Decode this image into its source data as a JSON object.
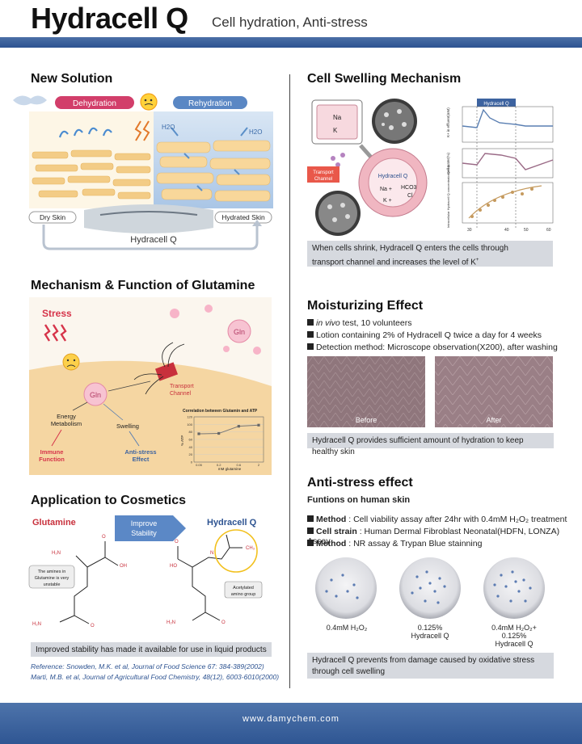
{
  "header": {
    "brand": "Hydracell Q",
    "tagline": "Cell hydration,  Anti-stress"
  },
  "new_solution": {
    "title": "New Solution",
    "dehydration": "Dehydration",
    "rehydration": "Rehydration",
    "h2o": "H2O",
    "dry_skin": "Dry Skin",
    "hydrated_skin": "Hydrated Skin",
    "product": "Hydracell Q"
  },
  "cell_swelling": {
    "title": "Cell Swelling Mechanism",
    "na": "Na",
    "k": "K",
    "transport_channel": "Transport Channel",
    "product": "Hydracell Q",
    "hco3": "HCO3",
    "cl": "Cl",
    "chart_label": "Hydracell Q",
    "y1": "K+ in effluent(mM)",
    "y2": "Cell water(%)",
    "y3": "Intracellular Hydracell Q concentration(mM)",
    "caption_line1": "When cells shrink, Hydracell Q enters the cells through",
    "caption_line2": "transport channel and increases the level of K"
  },
  "glutamine": {
    "title": "Mechanism & Function of Glutamine",
    "stress": "Stress",
    "gln": "Gln",
    "transport": "Transport",
    "channel": "Channel",
    "energy": "Energy",
    "metabolism": "Metabolism",
    "swelling": "Swelling",
    "immune": "Immune",
    "function": "Function",
    "antistress": "Anti-stress",
    "effect": "Effect",
    "chart_title": "Correlation between Glutamin and ATP",
    "chart_ylabel": "% ATP",
    "chart_xlabel": "mM glutamine"
  },
  "cosmetics": {
    "title": "Application to Cosmetics",
    "glutamine": "Glutamine",
    "improve1": "Improve",
    "improve2": "Stability",
    "product": "Hydracell Q",
    "amines_note1": "The amines in",
    "amines_note2": "Glutamine is very",
    "amines_note3": "unstable",
    "acetyl1": "Acetylated",
    "acetyl2": "amino group",
    "caption": "Improved stability has made it available for use in liquid products",
    "ref1": "Reference: Snowden, M.K. et al, Journal of Food Science 67: 384-389(2002)",
    "ref2": "Marti, M.B. et al, Journal of Agricultural Food Chemistry, 48(12), 6003-6010(2000)"
  },
  "moisturizing": {
    "title": "Moisturizing Effect",
    "b1_italic": "in vivo",
    "b1_rest": " test, 10 volunteers",
    "b2": "Lotion containing 2% of Hydracell Q twice a day for 4 weeks",
    "b3": "Detection method: Microscope observation(X200), after washing",
    "before": "Before",
    "after": "After",
    "caption": "Hydracell Q provides sufficient amount of hydration to keep healthy skin"
  },
  "antistress": {
    "title": "Anti-stress effect",
    "subtitle": "Funtions on human skin",
    "m1_label": "Method",
    "m1_text": " : Cell viability assay after 24hr with 0.4mM H₂O₂  treatment",
    "m2_label": "Cell strain",
    "m2_text": " : Human Dermal Fibroblast Neonatal(HDFN, LONZA) Assay",
    "m3_label": "Method",
    "m3_text": " : NR assay & Trypan Blue stainning",
    "dish1": "0.4mM H₂O₂",
    "dish2a": "0.125%",
    "dish2b": "Hydracell Q",
    "dish3a": "0.4mM H₂O₂+",
    "dish3b": "0.125%",
    "dish3c": "Hydracell Q",
    "caption_line1": "Hydracell Q prevents from damage caused by oxidative stress",
    "caption_line2": "through cell swelling"
  },
  "footer": {
    "url": "www.damychem.com"
  },
  "chart_data": {
    "type": "line",
    "title": "Correlation between Glutamin and ATP",
    "xlabel": "mM glutamine",
    "ylabel": "% ATP",
    "categories": [
      "0.05",
      "0.2",
      "0.6",
      "2"
    ],
    "values": [
      75,
      76,
      95,
      98
    ],
    "ylim": [
      0,
      120
    ],
    "yticks": [
      "0",
      "20",
      "40",
      "60",
      "80",
      "100",
      "120"
    ]
  }
}
